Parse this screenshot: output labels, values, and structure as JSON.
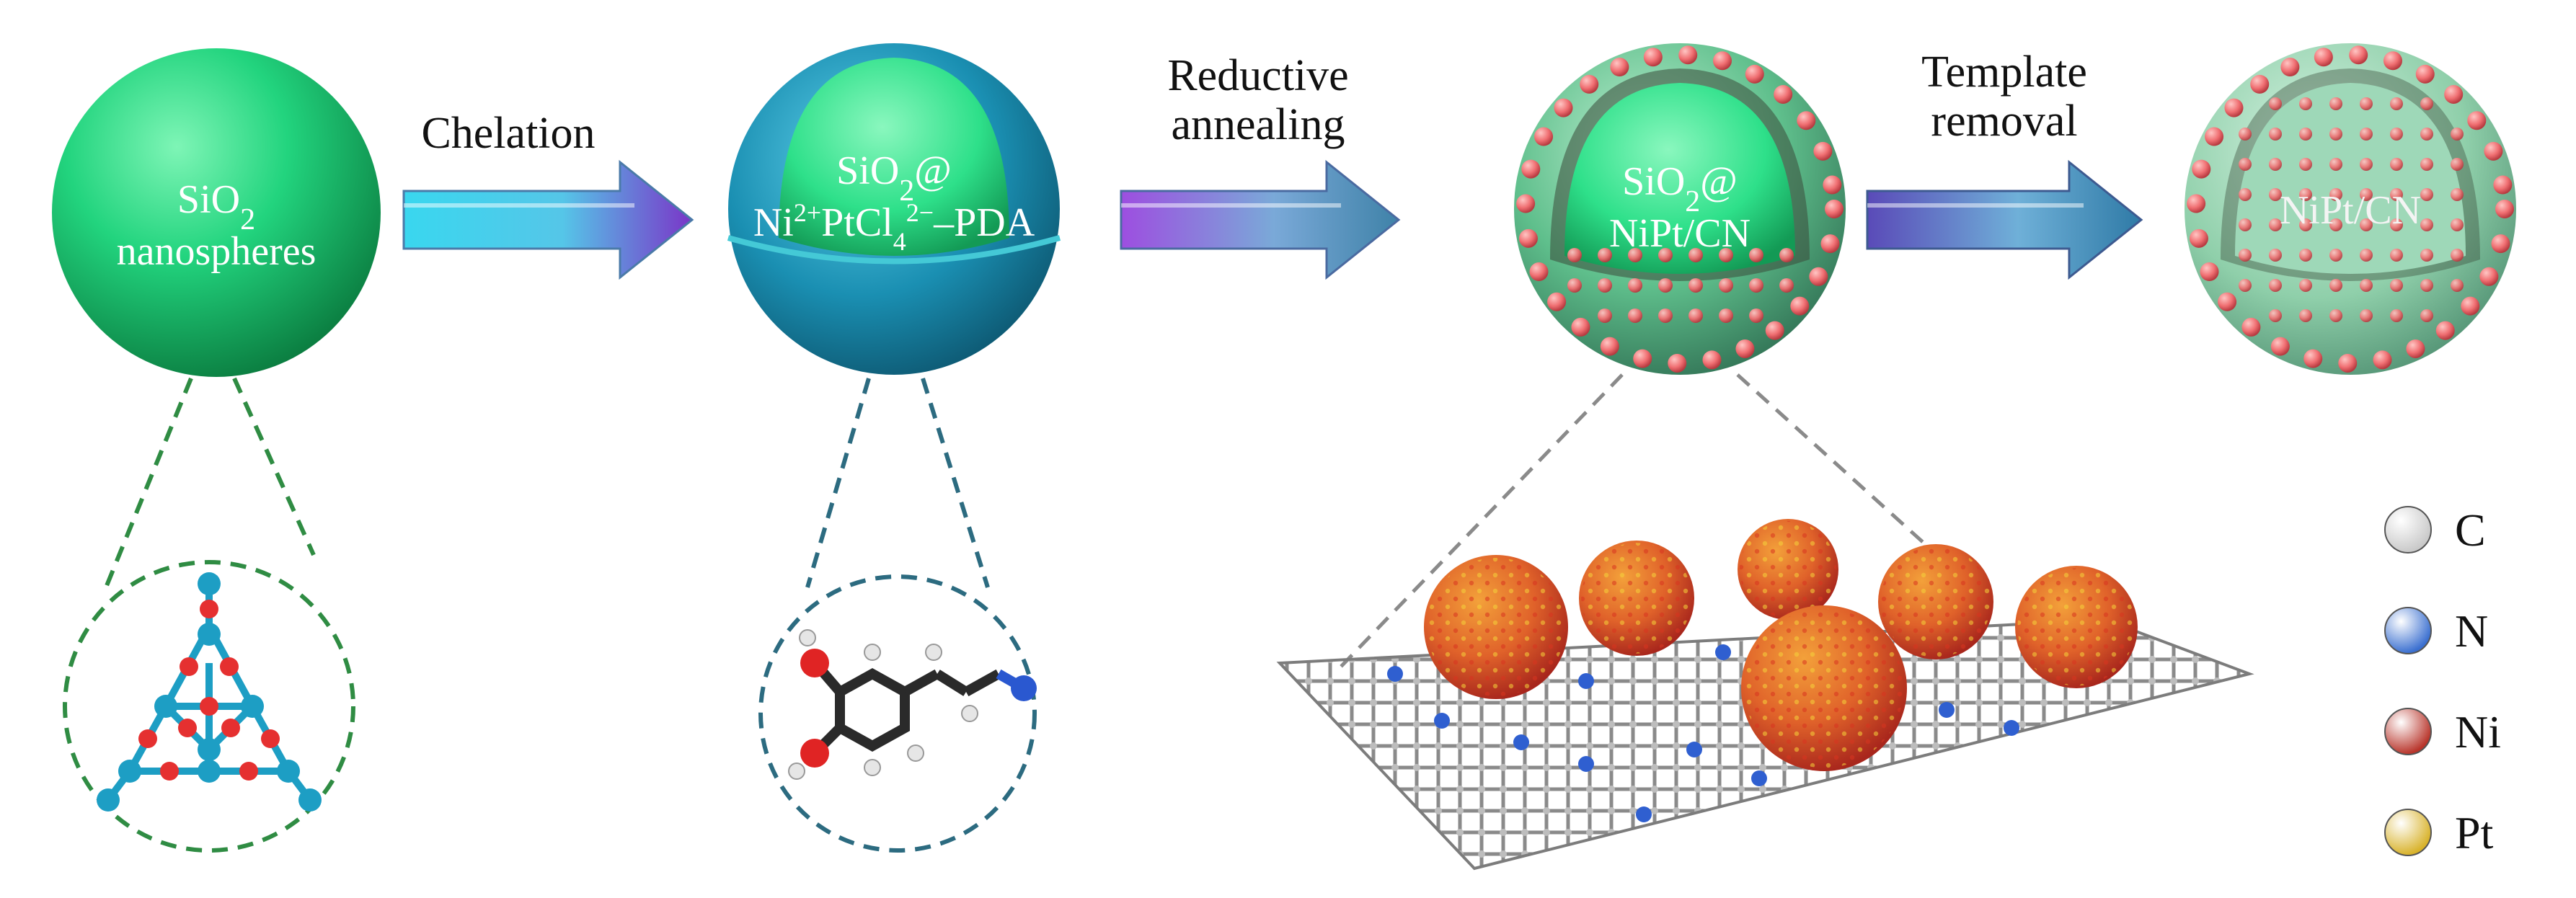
{
  "steps": [
    {
      "label_lines": [
        "Chelation"
      ]
    },
    {
      "label_lines": [
        "Reductive",
        "annealing"
      ]
    },
    {
      "label_lines": [
        "Template",
        "removal"
      ]
    }
  ],
  "spheres": [
    {
      "name": "sio2-nanosphere",
      "label_html": [
        "SiO<tspan baseline-shift='sub' font-size='42'>2</tspan>",
        "nanospheres"
      ],
      "label_plain": [
        "SiO2",
        "nanospheres"
      ]
    },
    {
      "name": "pda-coated-sphere",
      "label_html": [
        "SiO<tspan baseline-shift='sub' font-size='42'>2</tspan>@",
        "Ni<tspan baseline-shift='super' font-size='36'>2+</tspan>PtCl<tspan baseline-shift='sub' font-size='36'>4</tspan><tspan baseline-shift='super' font-size='36'>2−</tspan>–PDA"
      ],
      "label_plain": [
        "SiO2@",
        "Ni2+PtCl42−–PDA"
      ]
    },
    {
      "name": "nipt-cn-coated-sphere",
      "label_html": [
        "SiO<tspan baseline-shift='sub' font-size='42'>2</tspan>@",
        "NiPt/CN"
      ],
      "label_plain": [
        "SiO2@",
        "NiPt/CN"
      ]
    },
    {
      "name": "hollow-nipt-cn-sphere",
      "label_html": [
        "NiPt/CN"
      ],
      "label_plain": [
        "NiPt/CN"
      ]
    }
  ],
  "legend": [
    {
      "symbol": "C",
      "color": "#c9c9c9"
    },
    {
      "symbol": "N",
      "color": "#3a6fd0"
    },
    {
      "symbol": "Ni",
      "color": "#b8342a"
    },
    {
      "symbol": "Pt",
      "color": "#d8b22a"
    }
  ],
  "colors": {
    "silica_green": "#1fd27a",
    "pda_teal": "#1c95b8",
    "nanoparticle_pink": "#f0767a",
    "arrow_cyan": "#39d7ef",
    "arrow_purple": "#7a35c8",
    "arrow_steel": "#3f82a8"
  }
}
